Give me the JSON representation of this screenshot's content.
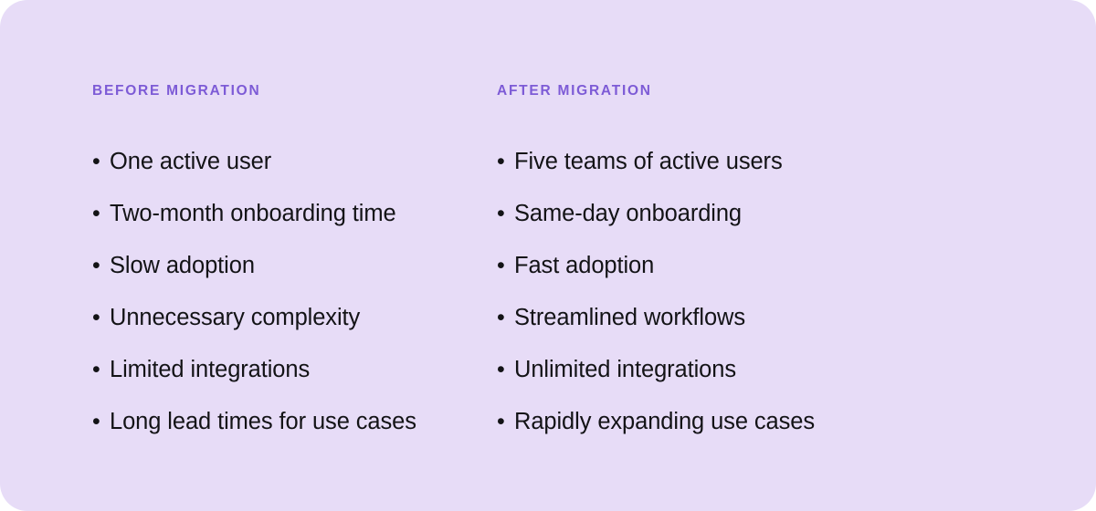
{
  "card": {
    "background_color": "#e7dcf7",
    "corner_radius": "30px"
  },
  "colors": {
    "heading": "#7d5bd6",
    "body_text": "#131316",
    "background": "#e7dcf7",
    "page": "#ffffff"
  },
  "bullet_glyph": "•",
  "columns": [
    {
      "key": "before",
      "heading": "BEFORE MIGRATION",
      "items": [
        "One active user",
        "Two-month onboarding time",
        "Slow adoption",
        "Unnecessary complexity",
        "Limited integrations",
        "Long lead times for use cases"
      ]
    },
    {
      "key": "after",
      "heading": "AFTER MIGRATION",
      "items": [
        "Five teams of active users",
        "Same-day onboarding",
        "Fast adoption",
        "Streamlined workflows",
        "Unlimited integrations",
        "Rapidly expanding use cases"
      ]
    }
  ]
}
